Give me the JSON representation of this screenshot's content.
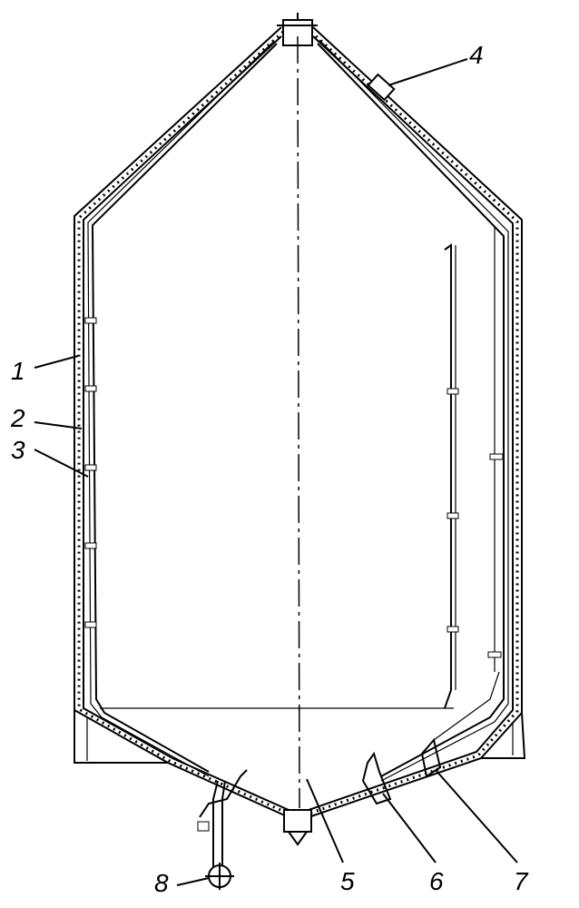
{
  "diagram": {
    "callouts": [
      {
        "id": "1",
        "label": "1"
      },
      {
        "id": "2",
        "label": "2"
      },
      {
        "id": "3",
        "label": "3"
      },
      {
        "id": "4",
        "label": "4"
      },
      {
        "id": "5",
        "label": "5"
      },
      {
        "id": "6",
        "label": "6"
      },
      {
        "id": "7",
        "label": "7"
      },
      {
        "id": "8",
        "label": "8"
      }
    ]
  }
}
